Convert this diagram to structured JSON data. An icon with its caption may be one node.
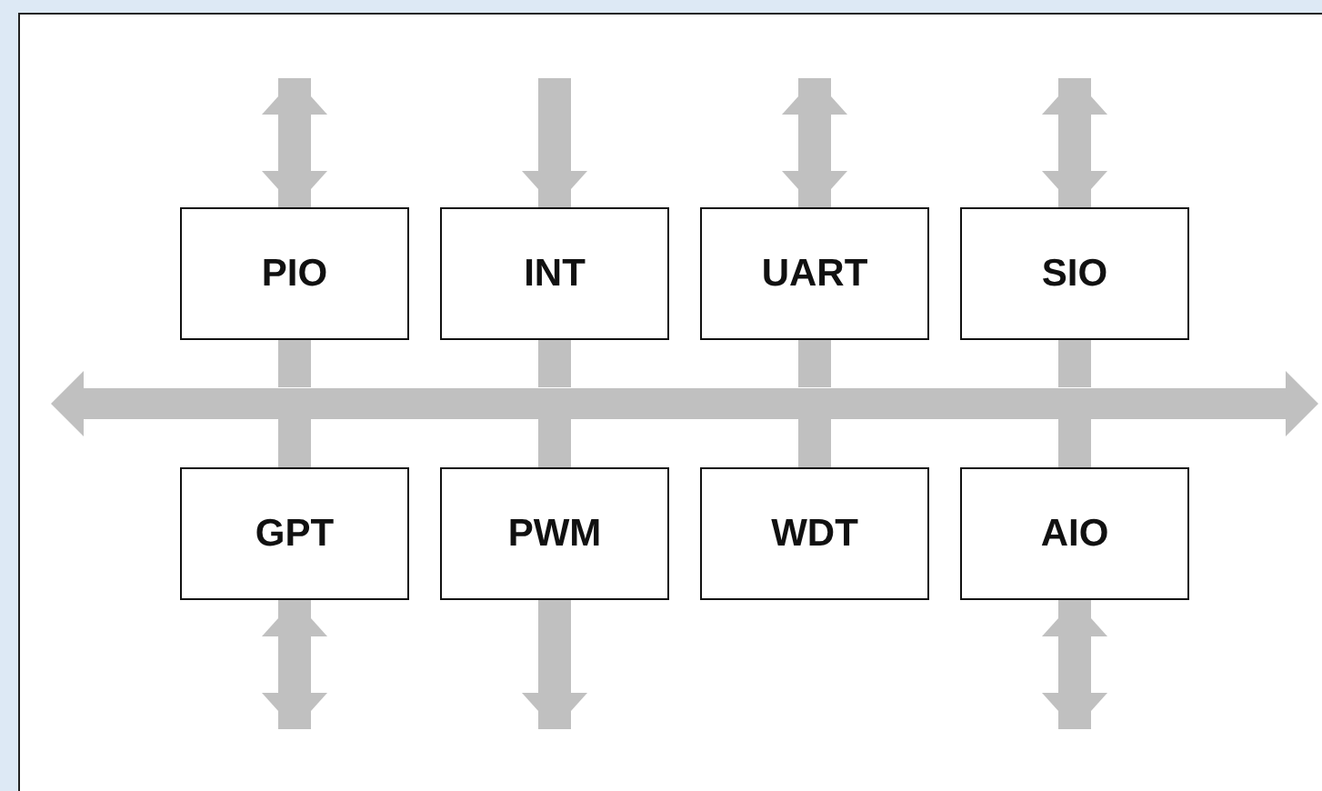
{
  "diagram": {
    "nodes": [
      {
        "text": [
          "PIO"
        ]
      },
      {
        "text": [
          "INT"
        ]
      },
      {
        "text": [
          "UART"
        ]
      },
      {
        "text": [
          "SIO"
        ]
      },
      {
        "text": [],
        "shape": "bar"
      },
      {
        "text": [
          "GPT"
        ]
      },
      {
        "text": [
          "PWM"
        ]
      },
      {
        "text": [
          "WDT"
        ]
      },
      {
        "text": [
          "AIO"
        ]
      }
    ],
    "edges": [
      {
        "from": null,
        "to": 0,
        "arrow": "both"
      },
      {
        "from": null,
        "to": 1,
        "arrow": "to"
      },
      {
        "from": null,
        "to": 2,
        "arrow": "both"
      },
      {
        "from": null,
        "to": 3,
        "arrow": "both"
      },
      {
        "from": 0,
        "to": 4,
        "arrow": "none"
      },
      {
        "from": 1,
        "to": 4,
        "arrow": "none"
      },
      {
        "from": 2,
        "to": 4,
        "arrow": "none"
      },
      {
        "from": 3,
        "to": 4,
        "arrow": "none"
      },
      {
        "from": 5,
        "to": 4,
        "arrow": "none"
      },
      {
        "from": 6,
        "to": 4,
        "arrow": "none"
      },
      {
        "from": 7,
        "to": 4,
        "arrow": "none"
      },
      {
        "from": 8,
        "to": 4,
        "arrow": "none"
      },
      {
        "from": 5,
        "to": null,
        "arrow": "both"
      },
      {
        "from": 6,
        "to": null,
        "arrow": "to"
      },
      {
        "from": 8,
        "to": null,
        "arrow": "both"
      }
    ]
  }
}
